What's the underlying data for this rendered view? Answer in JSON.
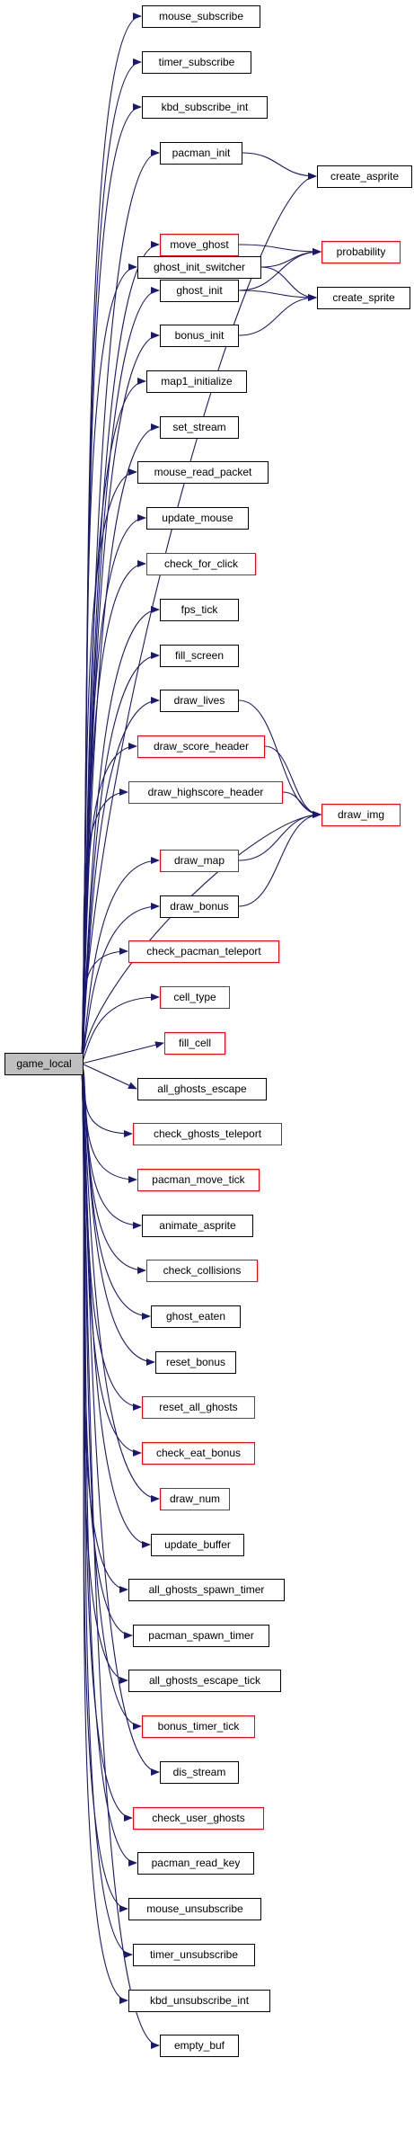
{
  "diagram": {
    "edge_color": "#191970",
    "link_border_color": "#000000",
    "incomplete_border_color": "#ff0000",
    "root_fill": "#bfbfbf",
    "root": {
      "id": "game_local",
      "label": "game_local"
    },
    "nodes": [
      {
        "id": "mouse_subscribe",
        "label": "mouse_subscribe",
        "border": "black"
      },
      {
        "id": "timer_subscribe",
        "label": "timer_subscribe",
        "border": "black"
      },
      {
        "id": "kbd_subscribe_int",
        "label": "kbd_subscribe_int",
        "border": "black"
      },
      {
        "id": "pacman_init",
        "label": "pacman_init",
        "border": "black"
      },
      {
        "id": "create_asprite",
        "label": "create_asprite",
        "border": "black"
      },
      {
        "id": "move_ghost",
        "label": "move_ghost",
        "border": "red"
      },
      {
        "id": "ghost_init_switcher",
        "label": "ghost_init_switcher",
        "border": "black"
      },
      {
        "id": "probability",
        "label": "probability",
        "border": "red"
      },
      {
        "id": "ghost_init",
        "label": "ghost_init",
        "border": "black"
      },
      {
        "id": "create_sprite",
        "label": "create_sprite",
        "border": "black"
      },
      {
        "id": "bonus_init",
        "label": "bonus_init",
        "border": "black"
      },
      {
        "id": "map1_initialize",
        "label": "map1_initialize",
        "border": "black"
      },
      {
        "id": "set_stream",
        "label": "set_stream",
        "border": "black"
      },
      {
        "id": "mouse_read_packet",
        "label": "mouse_read_packet",
        "border": "black"
      },
      {
        "id": "update_mouse",
        "label": "update_mouse",
        "border": "black"
      },
      {
        "id": "check_for_click",
        "label": "check_for_click",
        "border": "red"
      },
      {
        "id": "fps_tick",
        "label": "fps_tick",
        "border": "black"
      },
      {
        "id": "fill_screen",
        "label": "fill_screen",
        "border": "black"
      },
      {
        "id": "draw_lives",
        "label": "draw_lives",
        "border": "black"
      },
      {
        "id": "draw_score_header",
        "label": "draw_score_header",
        "border": "red"
      },
      {
        "id": "draw_highscore_header",
        "label": "draw_highscore_header",
        "border": "red"
      },
      {
        "id": "draw_img",
        "label": "draw_img",
        "border": "red"
      },
      {
        "id": "draw_map",
        "label": "draw_map",
        "border": "red"
      },
      {
        "id": "draw_bonus",
        "label": "draw_bonus",
        "border": "black"
      },
      {
        "id": "check_pacman_teleport",
        "label": "check_pacman_teleport",
        "border": "red"
      },
      {
        "id": "cell_type",
        "label": "cell_type",
        "border": "red"
      },
      {
        "id": "fill_cell",
        "label": "fill_cell",
        "border": "red"
      },
      {
        "id": "all_ghosts_escape",
        "label": "all_ghosts_escape",
        "border": "black"
      },
      {
        "id": "check_ghosts_teleport",
        "label": "check_ghosts_teleport",
        "border": "red"
      },
      {
        "id": "pacman_move_tick",
        "label": "pacman_move_tick",
        "border": "red"
      },
      {
        "id": "animate_asprite",
        "label": "animate_asprite",
        "border": "black"
      },
      {
        "id": "check_collisions",
        "label": "check_collisions",
        "border": "red"
      },
      {
        "id": "ghost_eaten",
        "label": "ghost_eaten",
        "border": "black"
      },
      {
        "id": "reset_bonus",
        "label": "reset_bonus",
        "border": "black"
      },
      {
        "id": "reset_all_ghosts",
        "label": "reset_all_ghosts",
        "border": "red"
      },
      {
        "id": "check_eat_bonus",
        "label": "check_eat_bonus",
        "border": "red"
      },
      {
        "id": "draw_num",
        "label": "draw_num",
        "border": "red"
      },
      {
        "id": "update_buffer",
        "label": "update_buffer",
        "border": "black"
      },
      {
        "id": "all_ghosts_spawn_timer",
        "label": "all_ghosts_spawn_timer",
        "border": "black"
      },
      {
        "id": "pacman_spawn_timer",
        "label": "pacman_spawn_timer",
        "border": "black"
      },
      {
        "id": "all_ghosts_escape_tick",
        "label": "all_ghosts_escape_tick",
        "border": "black"
      },
      {
        "id": "bonus_timer_tick",
        "label": "bonus_timer_tick",
        "border": "red"
      },
      {
        "id": "dis_stream",
        "label": "dis_stream",
        "border": "black"
      },
      {
        "id": "check_user_ghosts",
        "label": "check_user_ghosts",
        "border": "red"
      },
      {
        "id": "pacman_read_key",
        "label": "pacman_read_key",
        "border": "black"
      },
      {
        "id": "mouse_unsubscribe",
        "label": "mouse_unsubscribe",
        "border": "black"
      },
      {
        "id": "timer_unsubscribe",
        "label": "timer_unsubscribe",
        "border": "black"
      },
      {
        "id": "kbd_unsubscribe_int",
        "label": "kbd_unsubscribe_int",
        "border": "black"
      },
      {
        "id": "empty_buf",
        "label": "empty_buf",
        "border": "black"
      }
    ],
    "edges": [
      [
        "game_local",
        "mouse_subscribe"
      ],
      [
        "game_local",
        "timer_subscribe"
      ],
      [
        "game_local",
        "kbd_subscribe_int"
      ],
      [
        "game_local",
        "pacman_init"
      ],
      [
        "game_local",
        "create_asprite"
      ],
      [
        "game_local",
        "move_ghost"
      ],
      [
        "game_local",
        "ghost_init_switcher"
      ],
      [
        "game_local",
        "ghost_init"
      ],
      [
        "game_local",
        "bonus_init"
      ],
      [
        "game_local",
        "map1_initialize"
      ],
      [
        "game_local",
        "set_stream"
      ],
      [
        "game_local",
        "mouse_read_packet"
      ],
      [
        "game_local",
        "update_mouse"
      ],
      [
        "game_local",
        "check_for_click"
      ],
      [
        "game_local",
        "fps_tick"
      ],
      [
        "game_local",
        "fill_screen"
      ],
      [
        "game_local",
        "draw_lives"
      ],
      [
        "game_local",
        "draw_score_header"
      ],
      [
        "game_local",
        "draw_highscore_header"
      ],
      [
        "game_local",
        "draw_img"
      ],
      [
        "game_local",
        "draw_map"
      ],
      [
        "game_local",
        "draw_bonus"
      ],
      [
        "game_local",
        "check_pacman_teleport"
      ],
      [
        "game_local",
        "cell_type"
      ],
      [
        "game_local",
        "fill_cell"
      ],
      [
        "game_local",
        "all_ghosts_escape"
      ],
      [
        "game_local",
        "check_ghosts_teleport"
      ],
      [
        "game_local",
        "pacman_move_tick"
      ],
      [
        "game_local",
        "animate_asprite"
      ],
      [
        "game_local",
        "check_collisions"
      ],
      [
        "game_local",
        "ghost_eaten"
      ],
      [
        "game_local",
        "reset_bonus"
      ],
      [
        "game_local",
        "reset_all_ghosts"
      ],
      [
        "game_local",
        "check_eat_bonus"
      ],
      [
        "game_local",
        "draw_num"
      ],
      [
        "game_local",
        "update_buffer"
      ],
      [
        "game_local",
        "all_ghosts_spawn_timer"
      ],
      [
        "game_local",
        "pacman_spawn_timer"
      ],
      [
        "game_local",
        "all_ghosts_escape_tick"
      ],
      [
        "game_local",
        "bonus_timer_tick"
      ],
      [
        "game_local",
        "dis_stream"
      ],
      [
        "game_local",
        "check_user_ghosts"
      ],
      [
        "game_local",
        "pacman_read_key"
      ],
      [
        "game_local",
        "mouse_unsubscribe"
      ],
      [
        "game_local",
        "timer_unsubscribe"
      ],
      [
        "game_local",
        "kbd_unsubscribe_int"
      ],
      [
        "game_local",
        "empty_buf"
      ],
      [
        "pacman_init",
        "create_asprite"
      ],
      [
        "move_ghost",
        "probability"
      ],
      [
        "ghost_init_switcher",
        "probability"
      ],
      [
        "ghost_init_switcher",
        "create_sprite"
      ],
      [
        "ghost_init",
        "probability"
      ],
      [
        "ghost_init",
        "create_sprite"
      ],
      [
        "bonus_init",
        "create_sprite"
      ],
      [
        "draw_lives",
        "draw_img"
      ],
      [
        "draw_score_header",
        "draw_img"
      ],
      [
        "draw_highscore_header",
        "draw_img"
      ],
      [
        "draw_map",
        "draw_img"
      ],
      [
        "draw_bonus",
        "draw_img"
      ]
    ]
  }
}
